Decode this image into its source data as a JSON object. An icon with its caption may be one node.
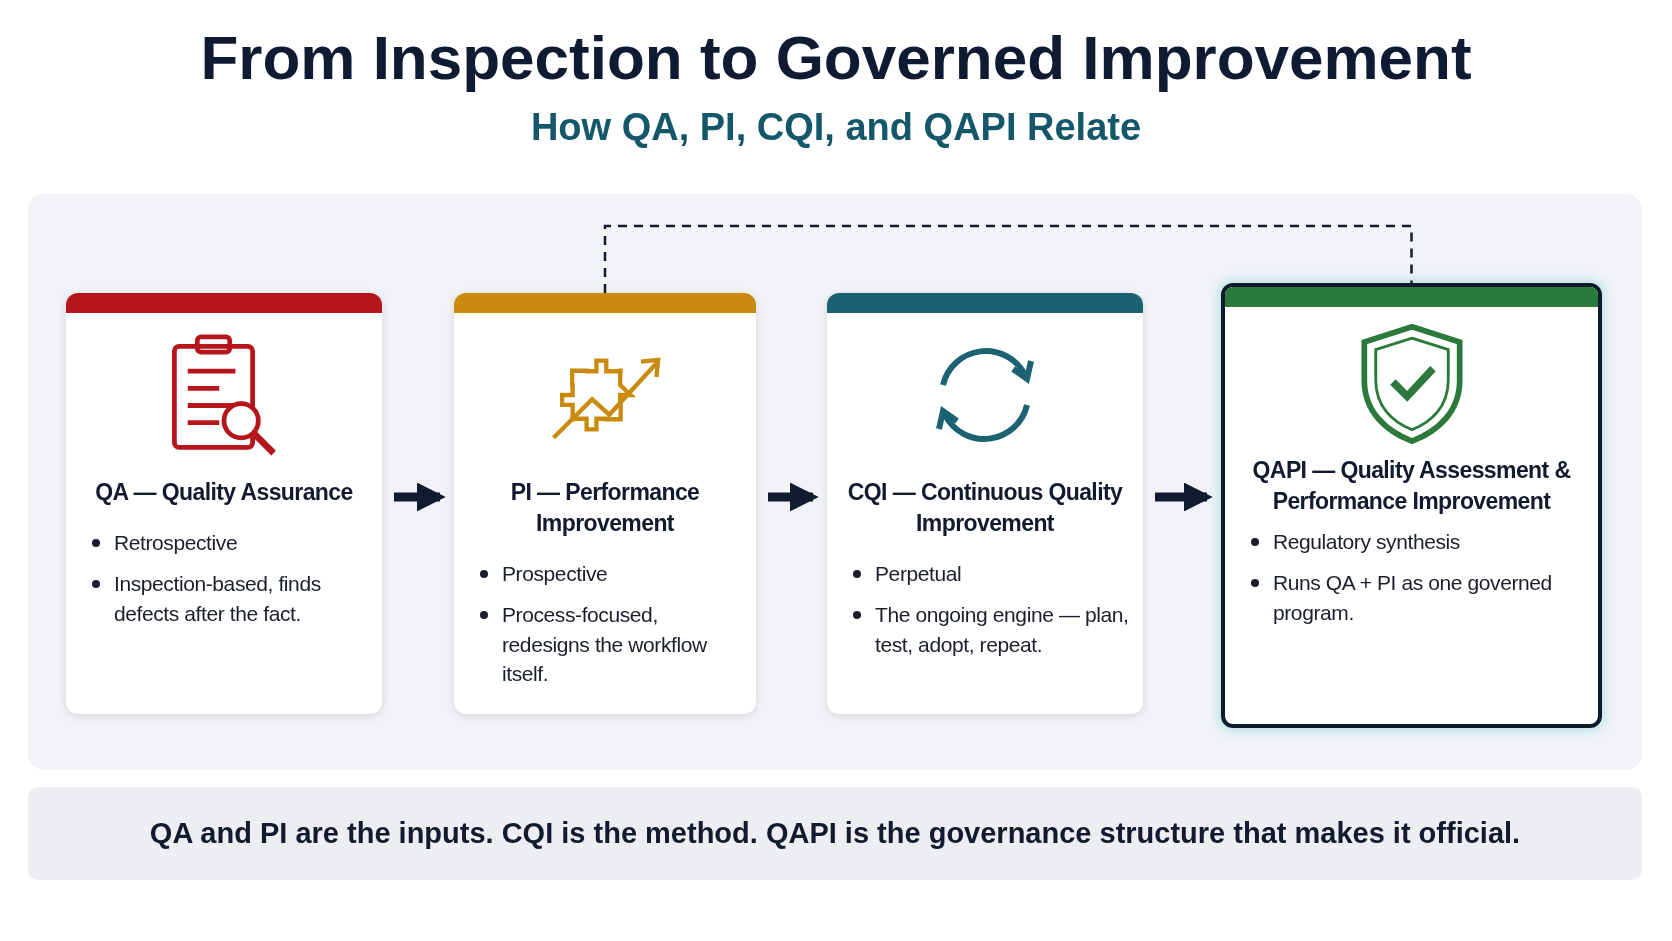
{
  "diagram": {
    "title": "From Inspection to Governed Improvement",
    "nodes": [
      {
        "text": [
          "QA — Quality Assurance",
          "Retrospective",
          "Inspection-based, finds defects after the fact."
        ]
      },
      {
        "text": [
          "PI — Performance Improvement",
          "Prospective",
          "Process-focused, redesigns the workflow itself."
        ]
      },
      {
        "text": [
          "CQI — Continuous Quality Improvement",
          "Perpetual",
          "The ongoing engine — plan, test, adopt, repeat."
        ]
      },
      {
        "text": [
          "QAPI — Quality Assessment & Performance Improvement",
          "Regulatory synthesis",
          "Runs QA + PI as one governed program."
        ]
      },
      {
        "text": [
          "QA and PI are the inputs. CQI is the method. QAPI is the governance structure that makes it official."
        ]
      }
    ],
    "edges": [
      {
        "from": 0,
        "to": 1,
        "arrow": "to"
      },
      {
        "from": 1,
        "to": 2,
        "arrow": "to"
      },
      {
        "from": 2,
        "to": 3,
        "arrow": "to"
      },
      {
        "from": 1,
        "to": 3,
        "arrow": "none",
        "style": "dashed"
      }
    ],
    "labels": [
      "How QA, PI, CQI, and QAPI Relate"
    ]
  }
}
